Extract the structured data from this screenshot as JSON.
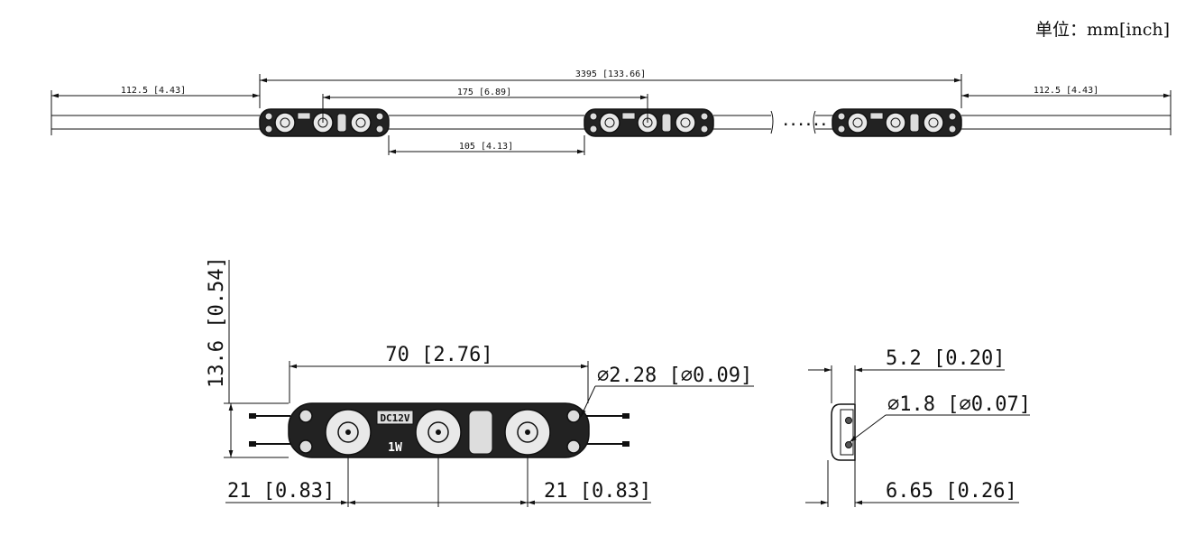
{
  "unit_label": "单位：mm[inch]",
  "overview": {
    "total_length": "3395 [133.66]",
    "left_lead": "112.5 [4.43]",
    "right_lead": "112.5 [4.43]",
    "pitch": "175 [6.89]",
    "gap": "105 [4.13]",
    "continuation": "......"
  },
  "front_view": {
    "module_length": "70 [2.76]",
    "module_height": "13.6 [0.54]",
    "hole_diameter": "⌀2.28 [⌀0.09]",
    "left_offset": "21 [0.83]",
    "right_offset": "21 [0.83]",
    "voltage_mark": "DC12V",
    "power_mark": "1W"
  },
  "side_view": {
    "top_thickness": "5.2 [0.20]",
    "hole_diameter": "⌀1.8 [⌀0.07]",
    "bottom_thickness": "6.65 [0.26]"
  }
}
